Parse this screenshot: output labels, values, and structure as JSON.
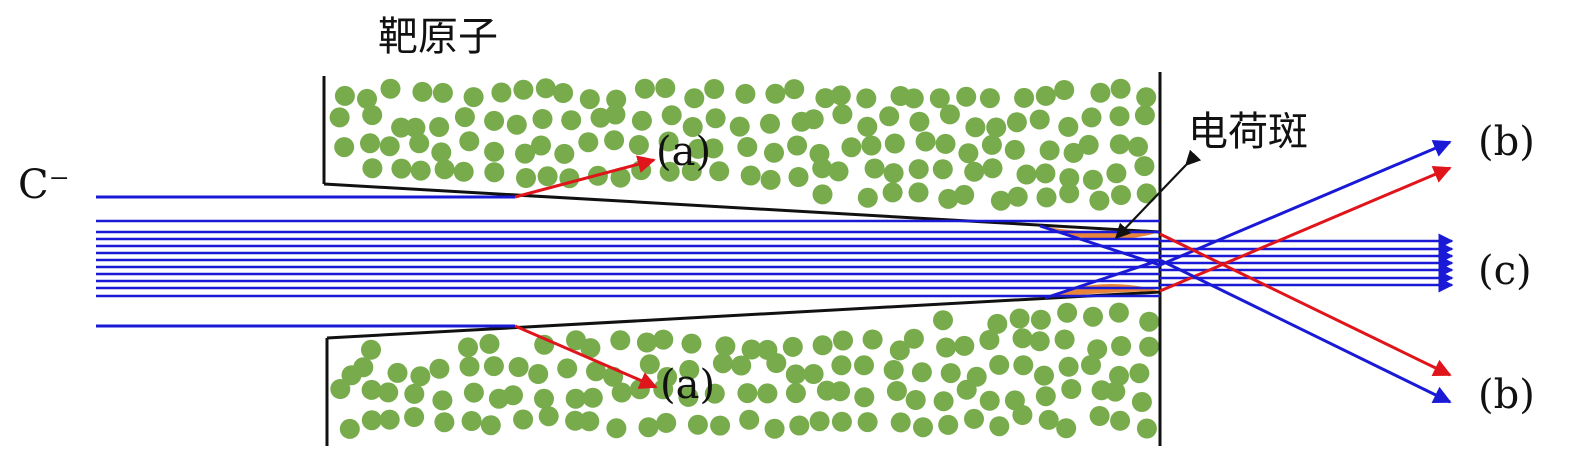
{
  "labels": {
    "target_atoms": "靶原子",
    "charge_patch": "电荷斑",
    "ion": "C⁻",
    "a_upper": "(a)",
    "a_lower": "(a)",
    "b_upper": "(b)",
    "b_lower": "(b)",
    "c": "(c)"
  },
  "colors": {
    "atom": "#77ab4b",
    "beam": "#1a1ad6",
    "deflected": "#e0151b",
    "patch": "#e8843c",
    "wall": "#111111"
  }
}
